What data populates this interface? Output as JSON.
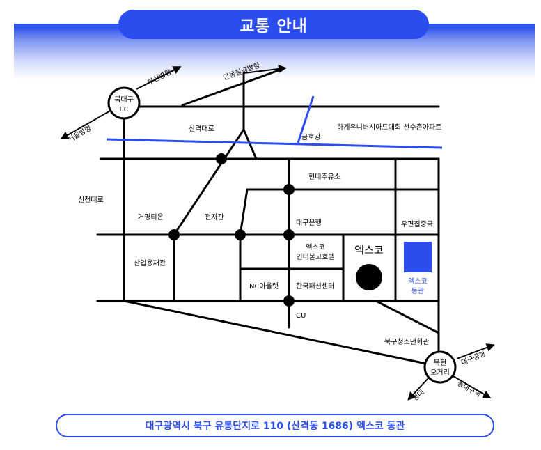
{
  "header": {
    "title": "교통 안내"
  },
  "map": {
    "labels": {
      "buk_daegu_ic_line1": "북대구",
      "buk_daegu_ic_line2": "I.C",
      "busan": "부산방향",
      "seoul": "서울방향",
      "andong": "안동칠곡방향",
      "sangyeok_daero": "산격대로",
      "geumhogang": "금호강",
      "universiade": "하계유니버시아드대회 선수촌아파트",
      "hyundai_oil": "현대주유소",
      "sincheon_daero": "신천대로",
      "geopyeong": "거평티온",
      "jeonjigwan": "전자관",
      "daegu_bank": "대구은행",
      "post_office": "우편집중국",
      "exco_hotel_1": "엑스코",
      "exco_hotel_2": "인터불고호텔",
      "exco": "엑스코",
      "sanup_yongjae": "산업용재관",
      "nc_outlet": "NC아울렛",
      "fashion_center": "한국패션센터",
      "exco_east_1": "엑스코",
      "exco_east_2": "동관",
      "cu": "CU",
      "youth_center": "북구청소년회관",
      "bukhyeon_1": "복현",
      "bukhyeon_2": "오거리",
      "airport": "대구공항",
      "dongdaegu": "동대구역",
      "gyeongdae": "경대"
    },
    "colors": {
      "road": "#000000",
      "river": "#2b4df0",
      "exco_east": "#2b4df0"
    }
  },
  "footer": {
    "address": "대구광역시 북구 유통단지로 110 (산격동 1686) 엑스코 동관"
  }
}
